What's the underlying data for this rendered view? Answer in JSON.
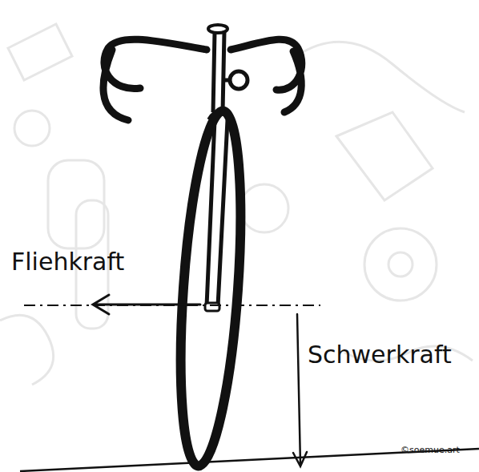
{
  "diagram": {
    "labels": [
      "Fliehkraft",
      "Schwerkraft",
      "©soemue.art"
    ]
  }
}
